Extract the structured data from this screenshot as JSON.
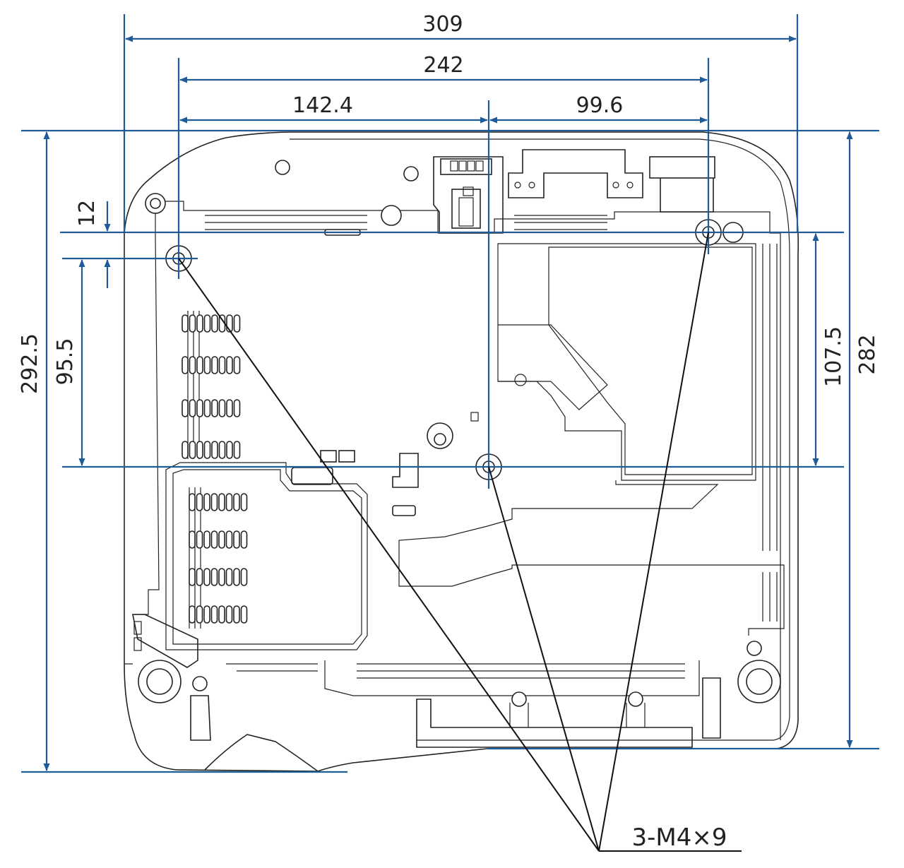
{
  "dimensions": {
    "overall_width": "309",
    "hole_span_width": "242",
    "left_to_center": "142.4",
    "center_to_right": "99.6",
    "overall_depth": "292.5",
    "front_hole_offset": "95.5",
    "top_offset": "12",
    "right_hole_span": "107.5",
    "right_depth": "282"
  },
  "callout": {
    "screw_spec": "3-M4×9"
  },
  "colors": {
    "dimension_line": "#1f5a99",
    "outline": "#222222"
  }
}
